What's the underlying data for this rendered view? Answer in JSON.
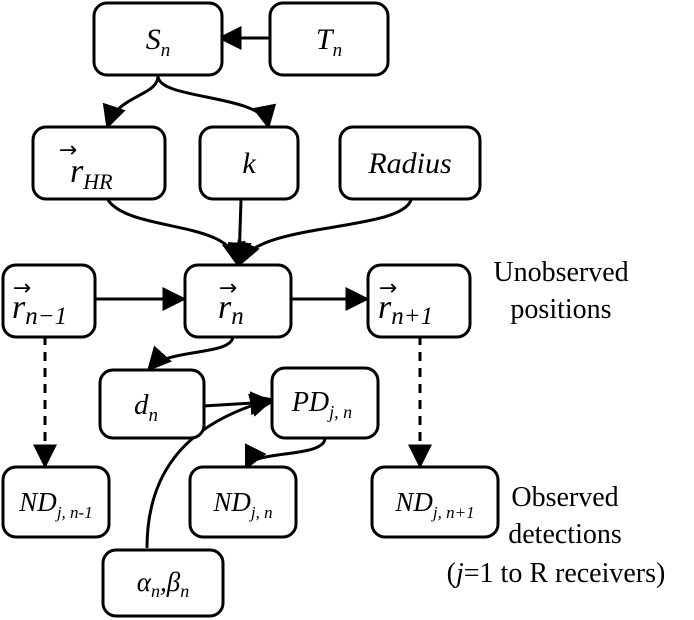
{
  "nodes": {
    "s_n": {
      "main": "S",
      "sub": "n"
    },
    "t_n": {
      "main": "T",
      "sub": "n"
    },
    "r_hr": {
      "main": "r",
      "sub": "HR"
    },
    "k": {
      "main": "k"
    },
    "radius": {
      "main": "Radius"
    },
    "r_prev": {
      "main": "r",
      "sub": "n−1"
    },
    "r_n": {
      "main": "r",
      "sub": "n"
    },
    "r_next": {
      "main": "r",
      "sub": "n+1"
    },
    "d_n": {
      "main": "d",
      "sub": "n"
    },
    "pd": {
      "main": "PD",
      "sub": "j, n"
    },
    "nd_prev": {
      "main": "ND",
      "sub": "j, n-1"
    },
    "nd_n": {
      "main": "ND",
      "sub": "j, n"
    },
    "nd_next": {
      "main": "ND",
      "sub": "j, n+1"
    },
    "alpha_beta": {
      "a": "α",
      "a_sub": "n",
      "comma": ",",
      "b": "β",
      "b_sub": "n"
    }
  },
  "vector_arrow": "→",
  "annotations": {
    "unobserved_line1": "Unobserved",
    "unobserved_line2": "positions",
    "observed_line1": "Observed",
    "observed_line2": "detections",
    "observed_line3_open": "(",
    "observed_line3_j": "j",
    "observed_line3_rest": "=1 to R receivers)"
  }
}
